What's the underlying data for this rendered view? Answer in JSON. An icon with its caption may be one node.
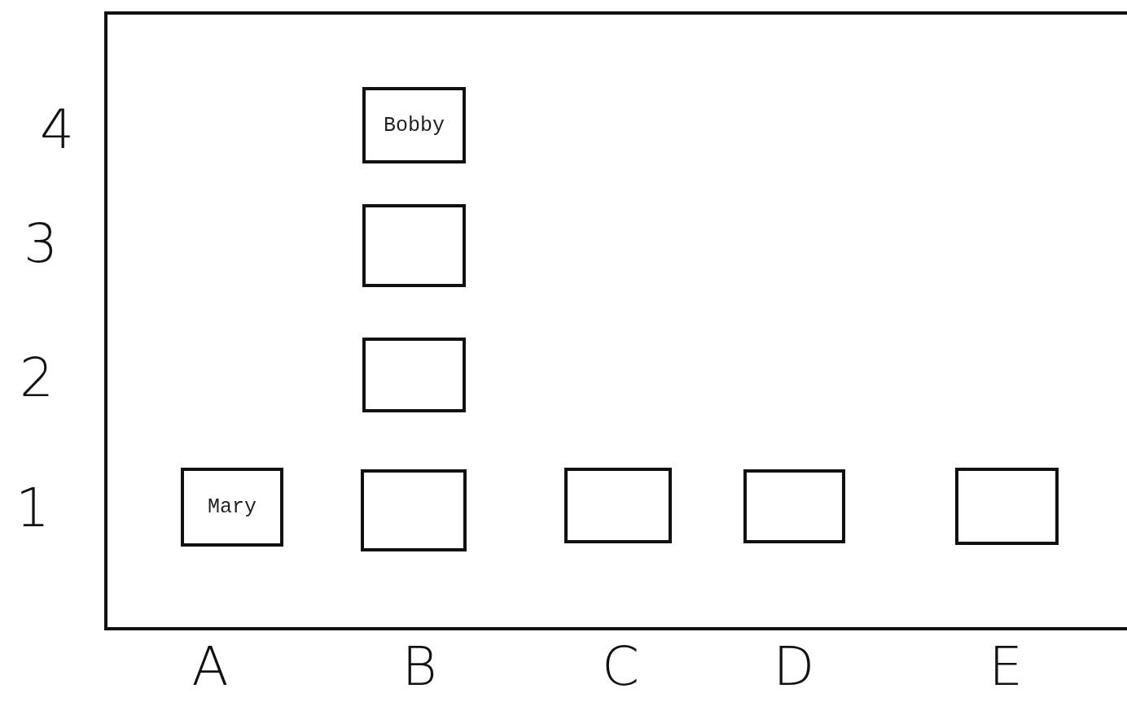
{
  "diagram": {
    "nodes": [
      {
        "text": [
          "Bobby"
        ]
      },
      {
        "text": [],
        "shape": "box"
      },
      {
        "text": [],
        "shape": "box"
      },
      {
        "text": [
          "Mary"
        ]
      },
      {
        "text": [],
        "shape": "box"
      },
      {
        "text": [],
        "shape": "box"
      },
      {
        "text": [],
        "shape": "box"
      },
      {
        "text": [],
        "shape": "box"
      }
    ],
    "labels": [
      "4",
      "3",
      "2",
      "1",
      "A",
      "B",
      "C",
      "D",
      "E"
    ]
  }
}
